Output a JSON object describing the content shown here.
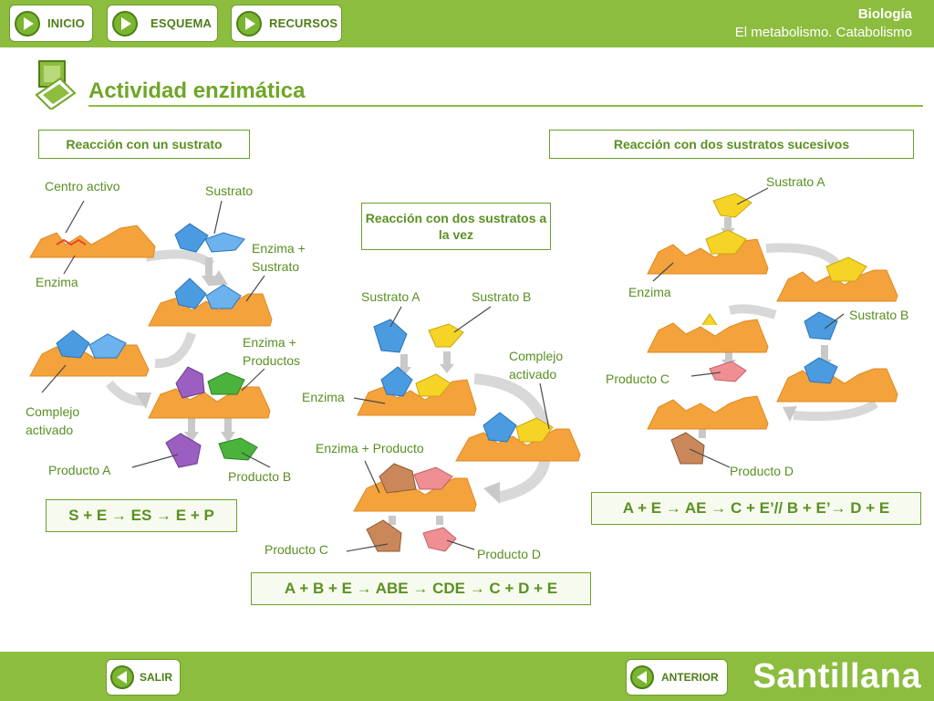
{
  "nav": {
    "inicio": "INICIO",
    "esquema": "ESQUEMA",
    "recursos": "RECURSOS"
  },
  "header": {
    "subject": "Biología",
    "topic": "El metabolismo. Catabolismo"
  },
  "page": {
    "title": "Actividad enzimática"
  },
  "sections": {
    "one_substrate": "Reacción con un sustrato",
    "two_simultaneous": "Reacción con dos sustratos a la vez",
    "two_successive": "Reacción con dos sustratos sucesivos"
  },
  "labels_left": {
    "active_center": "Centro activo",
    "substrate": "Sustrato",
    "enzyme": "Enzima",
    "enzyme_substrate_1": "Enzima +",
    "enzyme_substrate_2": "Sustrato",
    "enzyme_products_1": "Enzima +",
    "enzyme_products_2": "Productos",
    "activated_complex_1": "Complejo",
    "activated_complex_2": "activado",
    "product_a": "Producto A",
    "product_b": "Producto B"
  },
  "labels_middle": {
    "substrate_a": "Sustrato A",
    "substrate_b": "Sustrato B",
    "activated_complex_1": "Complejo",
    "activated_complex_2": "activado",
    "enzyme": "Enzima",
    "enzyme_product": "Enzima + Producto",
    "product_c": "Producto C",
    "product_d": "Producto D"
  },
  "labels_right": {
    "substrate_a": "Sustrato A",
    "enzyme": "Enzima",
    "substrate_b": "Sustrato B",
    "product_c": "Producto C",
    "product_d": "Producto D"
  },
  "formulas": {
    "one_substrate": "S + E → ES → E + P",
    "two_simultaneous": "A + B + E → ABE → CDE → C + D + E",
    "two_successive": "A + E → AE → C + E’// B + E’→ D + E"
  },
  "footer": {
    "exit": "SALIR",
    "previous": "ANTERIOR",
    "brand": "Santillana"
  },
  "colors": {
    "brand_green": "#8cbd3f",
    "enzyme_orange": "#f3a23c",
    "substrate_blue": "#4a9be0",
    "substrate_yellow": "#f5d426",
    "product_purple": "#9a5fc0",
    "product_green": "#49b33c",
    "product_brown": "#c9875a",
    "product_pink": "#ef8f93"
  }
}
